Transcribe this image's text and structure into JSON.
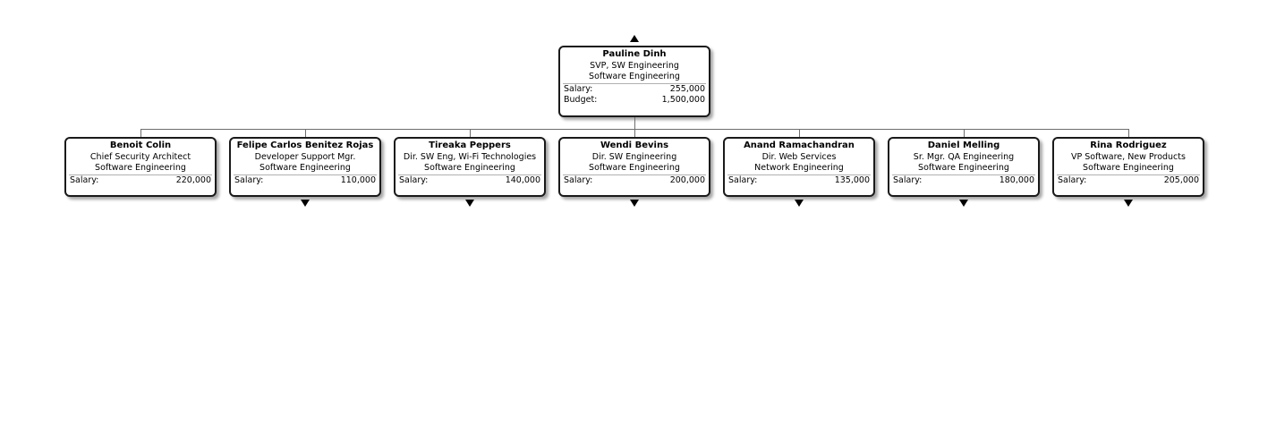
{
  "root": {
    "name": "Pauline Dinh",
    "title": "SVP, SW Engineering",
    "department": "Software Engineering",
    "stats": [
      {
        "label": "Salary:",
        "value": "255,000"
      },
      {
        "label": "Budget:",
        "value": "1,500,000"
      }
    ]
  },
  "reports": [
    {
      "name": "Benoit Colin",
      "title": "Chief Security Architect",
      "department": "Software Engineering",
      "stats": [
        {
          "label": "Salary:",
          "value": "220,000"
        }
      ],
      "has_children": false
    },
    {
      "name": "Felipe Carlos Benitez Rojas",
      "title": "Developer Support Mgr.",
      "department": "Software Engineering",
      "stats": [
        {
          "label": "Salary:",
          "value": "110,000"
        }
      ],
      "has_children": true
    },
    {
      "name": "Tireaka Peppers",
      "title": "Dir. SW Eng, Wi-Fi Technologies",
      "department": "Software Engineering",
      "stats": [
        {
          "label": "Salary:",
          "value": "140,000"
        }
      ],
      "has_children": true
    },
    {
      "name": "Wendi Bevins",
      "title": "Dir. SW Engineering",
      "department": "Software Engineering",
      "stats": [
        {
          "label": "Salary:",
          "value": "200,000"
        }
      ],
      "has_children": true
    },
    {
      "name": "Anand Ramachandran",
      "title": "Dir. Web Services",
      "department": "Network Engineering",
      "stats": [
        {
          "label": "Salary:",
          "value": "135,000"
        }
      ],
      "has_children": true
    },
    {
      "name": "Daniel Melling",
      "title": "Sr. Mgr. QA Engineering",
      "department": "Software Engineering",
      "stats": [
        {
          "label": "Salary:",
          "value": "180,000"
        }
      ],
      "has_children": true
    },
    {
      "name": "Rina Rodriguez",
      "title": "VP Software, New Products",
      "department": "Software Engineering",
      "stats": [
        {
          "label": "Salary:",
          "value": "205,000"
        }
      ],
      "has_children": true
    }
  ],
  "icons": {
    "expand_up": "arrow-up-icon",
    "expand_down": "arrow-down-icon"
  }
}
